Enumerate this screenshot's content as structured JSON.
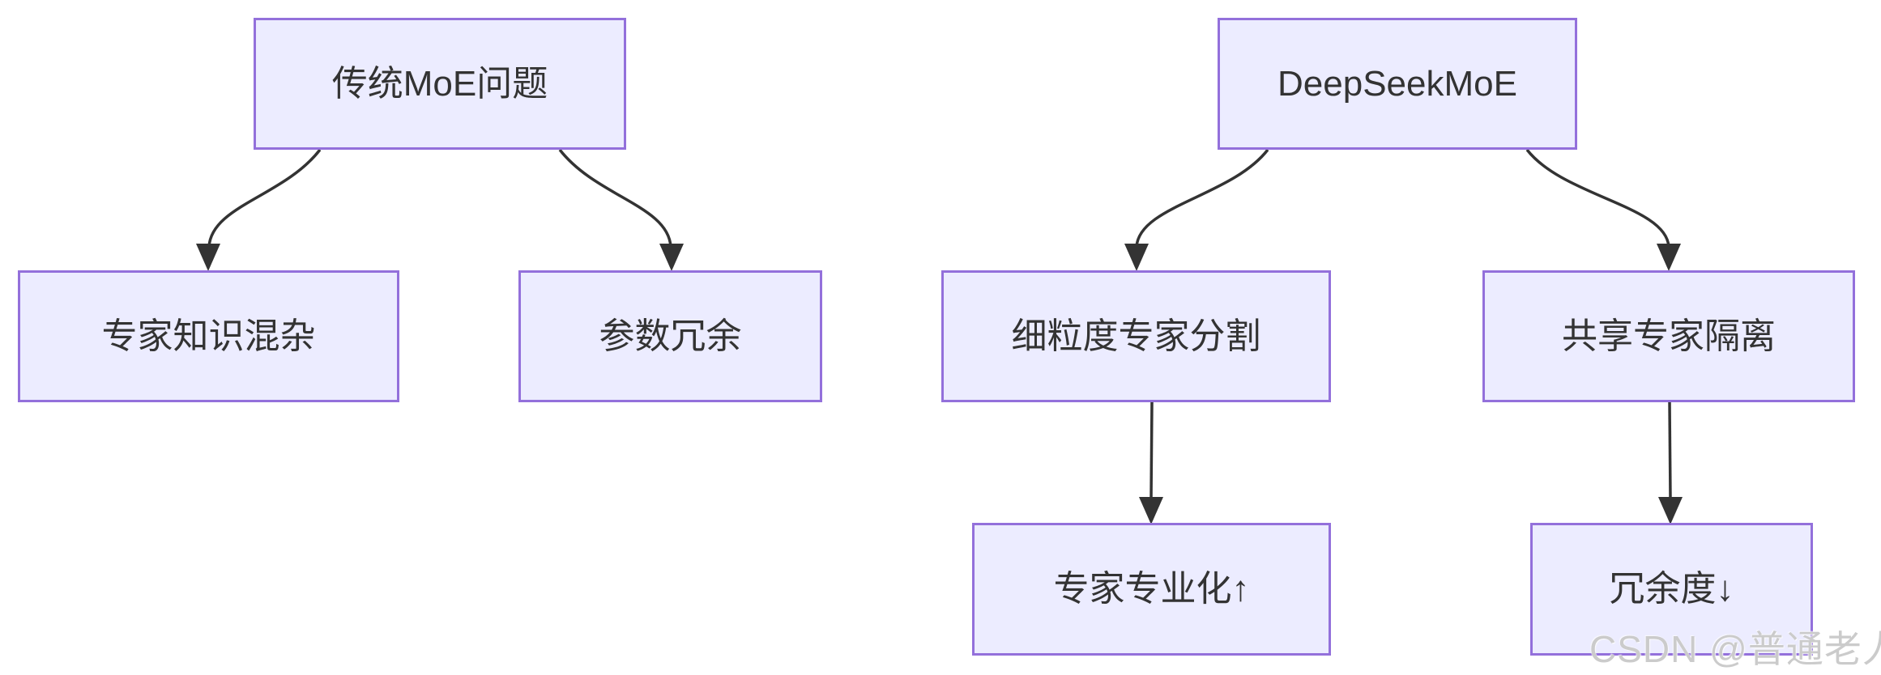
{
  "palette": {
    "background": "#FFFFFF",
    "node_fill": "#ECECFF",
    "node_border": "#9370DB",
    "node_text": "#333333",
    "arrow": "#333333",
    "watermark_text_color": "#CBCBCB"
  },
  "left_tree": {
    "root_label": "传统MoE问题",
    "children": [
      {
        "label": "专家知识混杂"
      },
      {
        "label": "参数冗余"
      }
    ]
  },
  "right_tree": {
    "root_label": "DeepSeekMoE",
    "children": [
      {
        "label": "细粒度专家分割"
      },
      {
        "label": "共享专家隔离"
      }
    ],
    "outcomes": [
      {
        "label": "专家专业化↑"
      },
      {
        "label": "冗余度↓"
      }
    ]
  },
  "watermark": {
    "text": "CSDN @普通老人"
  }
}
